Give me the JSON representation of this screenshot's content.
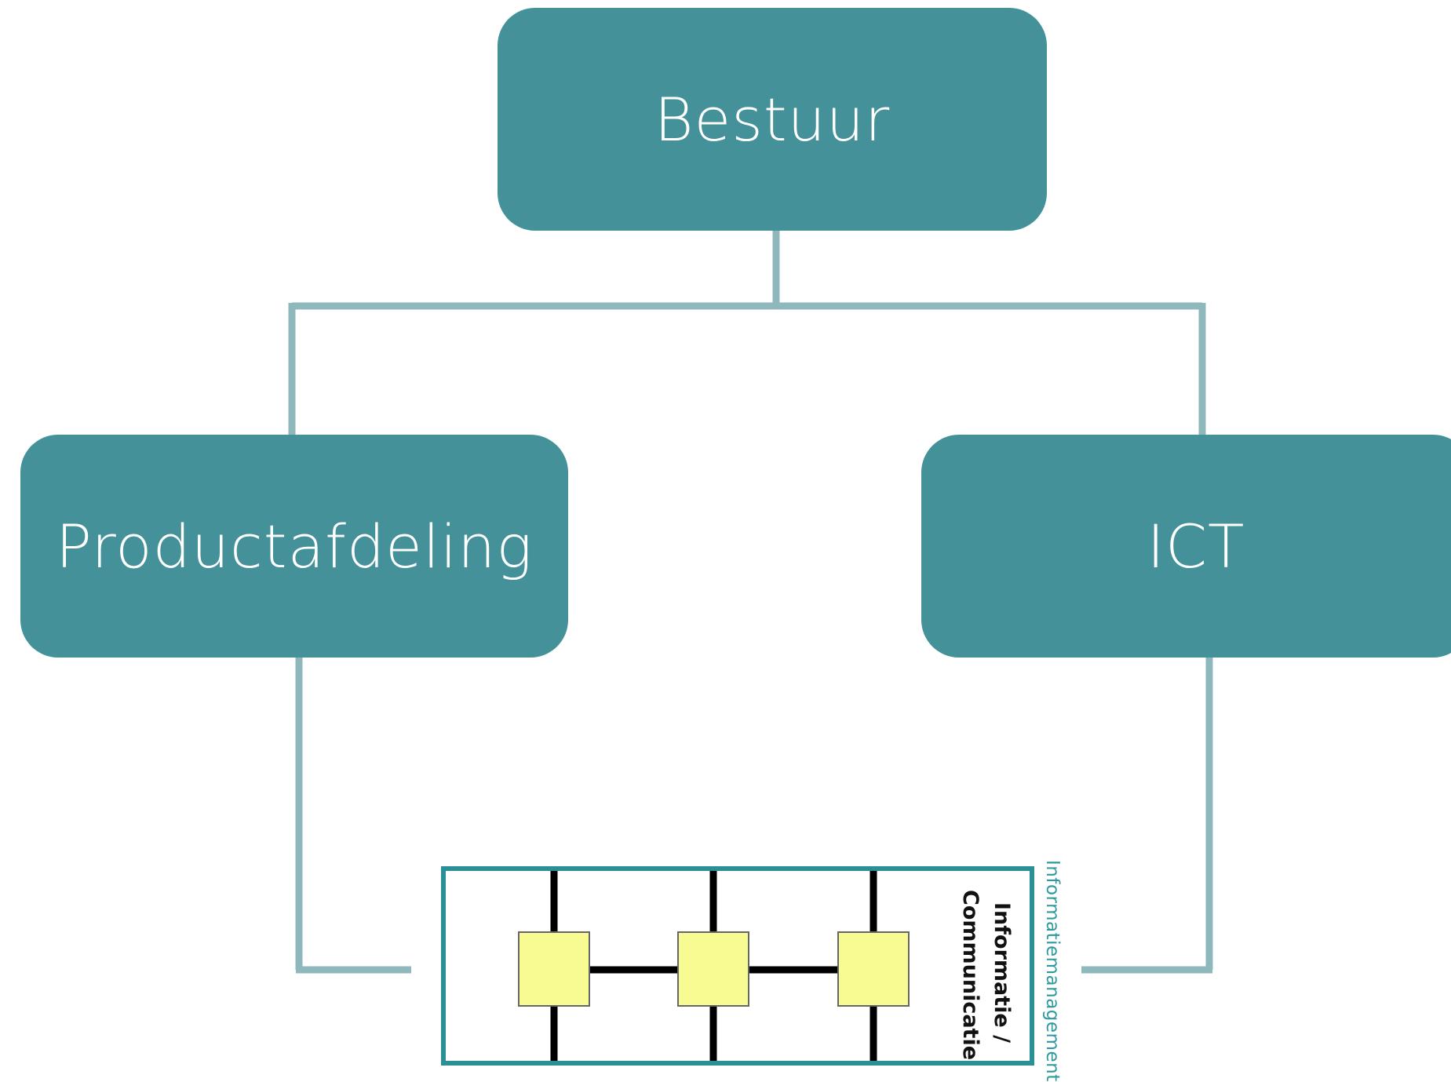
{
  "diagram": {
    "nodes": {
      "top": "Bestuur",
      "left": "Productafdeling",
      "right": "ICT"
    },
    "image": {
      "title": "Informatiemanagement",
      "label_line1": "Informatie /",
      "label_line2": "Communicatie"
    }
  },
  "colors": {
    "node_fill": "#45919a",
    "node_text": "#ffffff",
    "connector": "#8fb8bc",
    "frame": "#2a8f96",
    "box_fill": "#f8fb92",
    "line": "#000000",
    "title_text": "#2e9aa0"
  }
}
